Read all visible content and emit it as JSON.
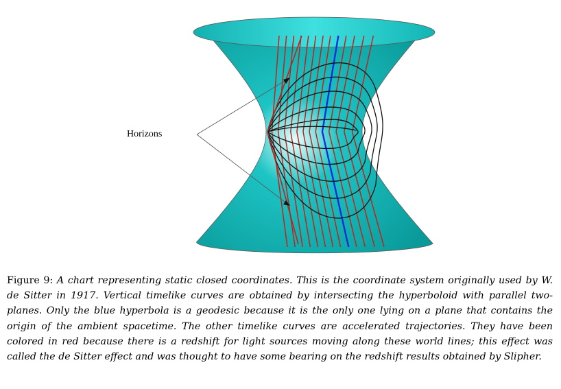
{
  "figure": {
    "annotation_label": "Horizons",
    "colors": {
      "surface": "#1ec4c4",
      "surface_light": "#e8ffff",
      "surface_dark": "#0a9a9a",
      "timelike_curve": "#c0231b",
      "geodesic": "#1a2bdc",
      "coordinate_curve": "#111111",
      "outline": "#555555"
    }
  },
  "caption": {
    "label": "Figure 9:",
    "text": "A chart representing static closed coordinates. This is the coordinate system originally used by W. de Sitter in 1917. Vertical timelike curves are obtained by intersecting the hyperboloid with parallel two-planes. Only the blue hyperbola is a geodesic because it is the only one lying on a plane that contains the origin of the ambient spacetime. The other timelike curves are accelerated trajectories. They have been colored in red because there is a redshift for light sources moving along these world lines; this effect was called the de Sitter effect and was thought to have some bearing on the redshift results obtained by Slipher."
  }
}
